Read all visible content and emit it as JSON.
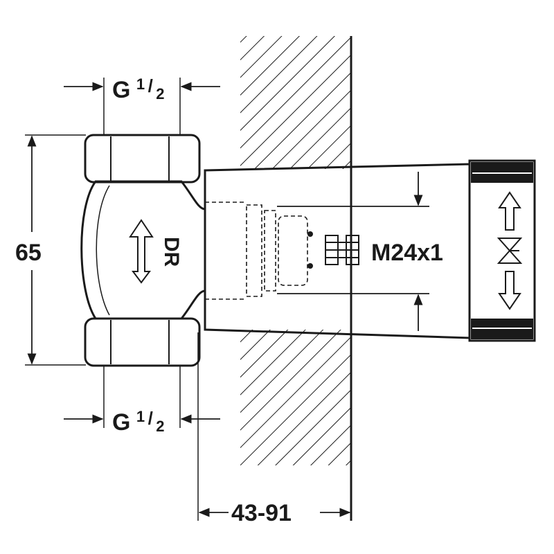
{
  "diagram": {
    "dimensions": {
      "top_thread": {
        "base": "G",
        "sup": "1",
        "sub": "2"
      },
      "bottom_thread": {
        "base": "G",
        "sup": "1",
        "sub": "2"
      },
      "height": "65",
      "install_depth": "43-91",
      "spindle_thread": "M24x1"
    },
    "flow_label": "DR"
  }
}
